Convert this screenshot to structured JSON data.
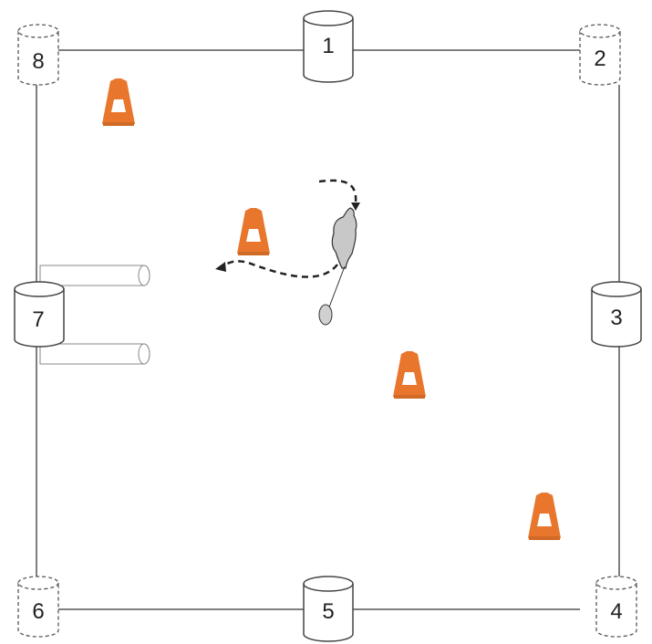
{
  "colors": {
    "background": "#ffffff",
    "line": "#555555",
    "cone_orange": "#e8762c",
    "cone_stripe": "#ffffff",
    "rider_fill": "#c8c8c8",
    "trajectory": "#222222"
  },
  "markers": [
    {
      "label": "1",
      "style": "solid",
      "icon": "cylinder-marker-icon"
    },
    {
      "label": "2",
      "style": "dashed",
      "icon": "cylinder-marker-icon"
    },
    {
      "label": "3",
      "style": "solid",
      "icon": "cylinder-marker-icon"
    },
    {
      "label": "4",
      "style": "dashed",
      "icon": "cylinder-marker-icon"
    },
    {
      "label": "5",
      "style": "solid",
      "icon": "cylinder-marker-icon"
    },
    {
      "label": "6",
      "style": "dashed",
      "icon": "cylinder-marker-icon"
    },
    {
      "label": "7",
      "style": "solid",
      "icon": "cylinder-marker-icon"
    },
    {
      "label": "8",
      "style": "dashed",
      "icon": "cylinder-marker-icon"
    }
  ],
  "cones": [
    {
      "icon": "traffic-cone-icon"
    },
    {
      "icon": "traffic-cone-icon"
    },
    {
      "icon": "traffic-cone-icon"
    },
    {
      "icon": "traffic-cone-icon"
    }
  ],
  "poles": [
    {
      "icon": "horizontal-pole-icon"
    },
    {
      "icon": "horizontal-pole-icon"
    }
  ],
  "rider": {
    "icon": "horse-and-rider-icon",
    "lunge_line": "lunge-line-icon",
    "handler": "handler-icon"
  },
  "trajectory": {
    "icon": "dashed-path-arrow-icon"
  }
}
